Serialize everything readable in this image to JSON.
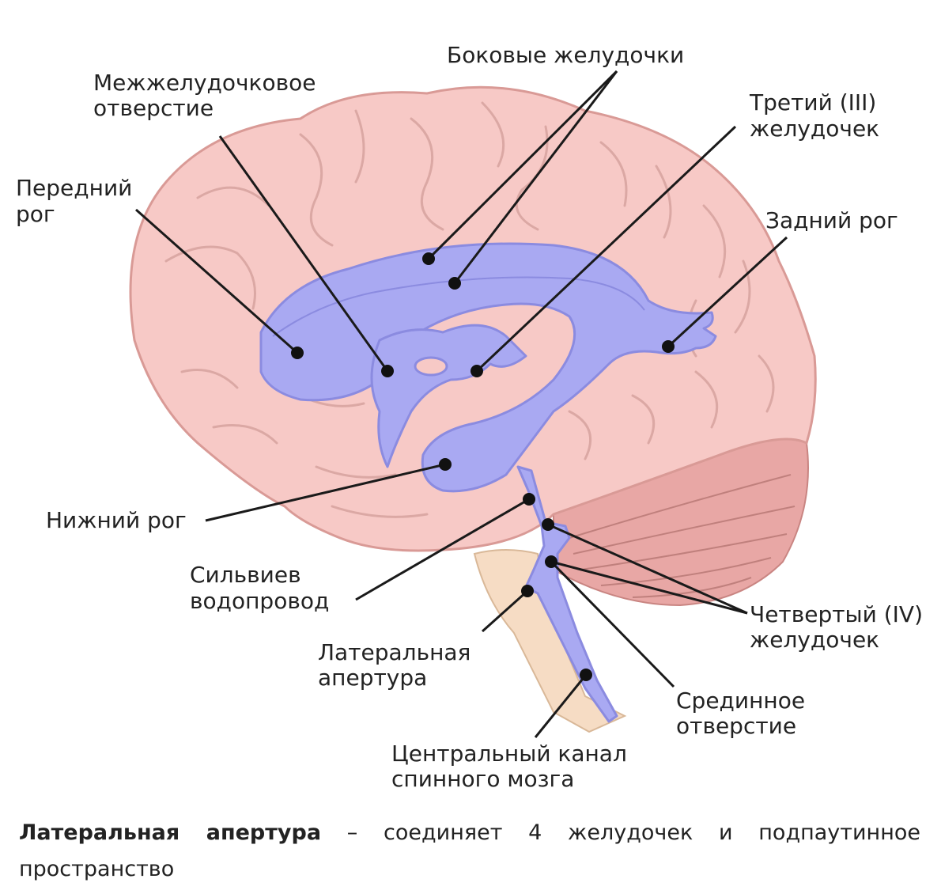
{
  "labels": {
    "lateral_ventricles": "Боковые желудочки",
    "interventricular_foramen": [
      "Межжелудочковое",
      "отверстие"
    ],
    "third_ventricle": [
      "Третий (III)",
      "желудочек"
    ],
    "anterior_horn": [
      "Передний",
      "рог"
    ],
    "posterior_horn": "Задний рог",
    "inferior_horn": "Нижний рог",
    "cerebral_aqueduct": [
      "Сильвиев",
      "водопровод"
    ],
    "fourth_ventricle": [
      "Четвертый (IV)",
      "желудочек"
    ],
    "lateral_aperture": [
      "Латеральная",
      "апертура"
    ],
    "median_aperture": [
      "Срединное",
      "отверстие"
    ],
    "central_canal": [
      "Центральный канал",
      "спинного мозга"
    ]
  },
  "caption": {
    "term": "Латеральная апертура",
    "definition": " – соединяет 4 желудочек и подпаутинное пространство"
  },
  "colors": {
    "brain": "#f7c9c6",
    "brain_outline": "#d99a96",
    "gyri": "#dba8a4",
    "ventricles": "#a9a9f2",
    "ventricle_outline": "#8b8be0",
    "cerebellum": "#e8a7a5",
    "brainstem": "#f6dcc4",
    "lines": "#1a1a1a"
  }
}
